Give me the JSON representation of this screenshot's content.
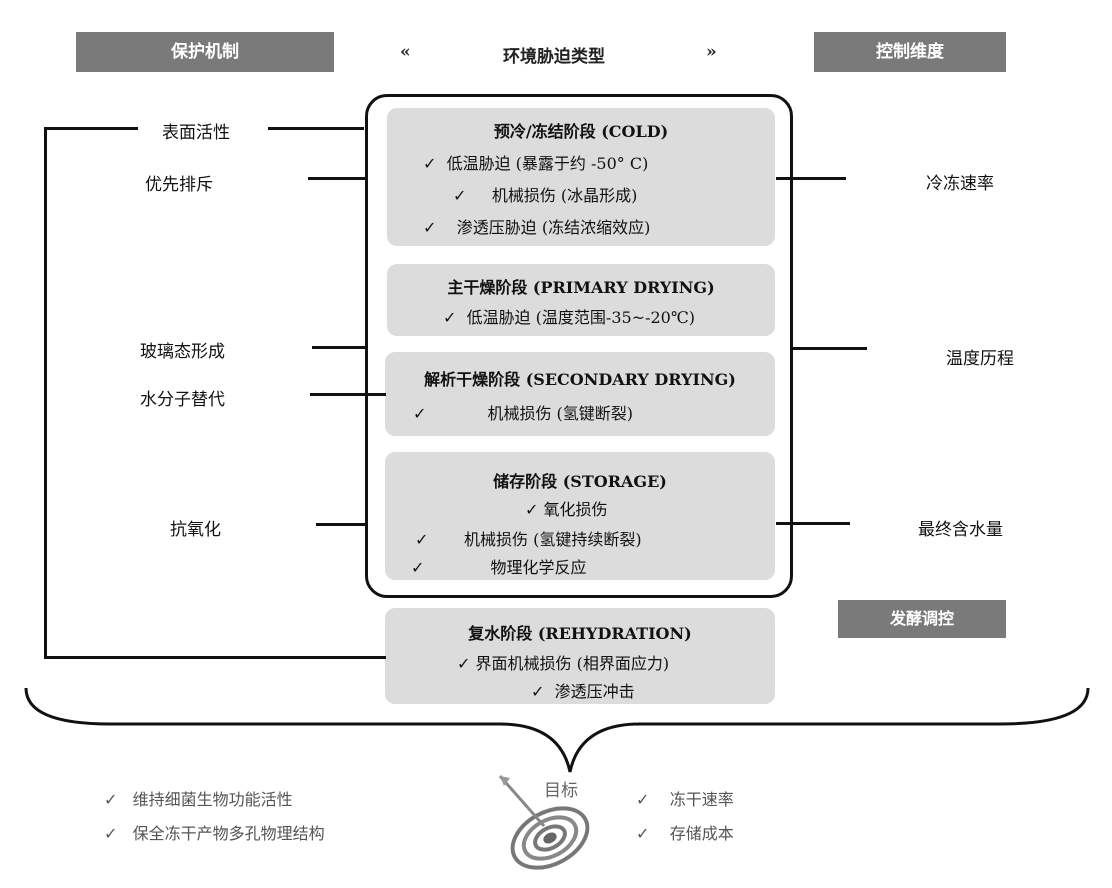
{
  "header": {
    "left": "保护机制",
    "center": "环境胁迫类型",
    "left_quote": "«",
    "right_quote": "»",
    "right": "控制维度"
  },
  "check_mark": "✓",
  "stages": {
    "cold": {
      "title": "预冷/冻结阶段 (COLD)",
      "items": [
        "低温胁迫 (暴露于约 -50° C)",
        "机械损伤 (冰晶形成)",
        "渗透压胁迫 (冻结浓缩效应)"
      ]
    },
    "primary": {
      "title": "主干燥阶段 (PRIMARY DRYING)",
      "items": [
        "低温胁迫 (温度范围-35~-20℃)"
      ]
    },
    "secondary": {
      "title": "解析干燥阶段 (SECONDARY DRYING)",
      "items": [
        "机械损伤 (氢键断裂)"
      ]
    },
    "storage": {
      "title": "储存阶段 (STORAGE)",
      "items": [
        "氧化损伤",
        "机械损伤 (氢键持续断裂)",
        "物理化学反应"
      ]
    },
    "rehydration": {
      "title": "复水阶段 (REHYDRATION)",
      "items": [
        "界面机械损伤 (相界面应力)",
        "渗透压冲击"
      ]
    }
  },
  "left_labels": [
    "表面活性",
    "优先排斥",
    "玻璃态形成",
    "水分子替代",
    "抗氧化"
  ],
  "right_labels": [
    "冷冻速率",
    "温度历程",
    "最终含水量"
  ],
  "fermentation_box": "发酵调控",
  "goal": {
    "label": "目标",
    "left_items": [
      "维持细菌生物功能活性",
      "保全冻干产物多孔物理结构"
    ],
    "right_items": [
      "冻干速率",
      "存储成本"
    ]
  }
}
